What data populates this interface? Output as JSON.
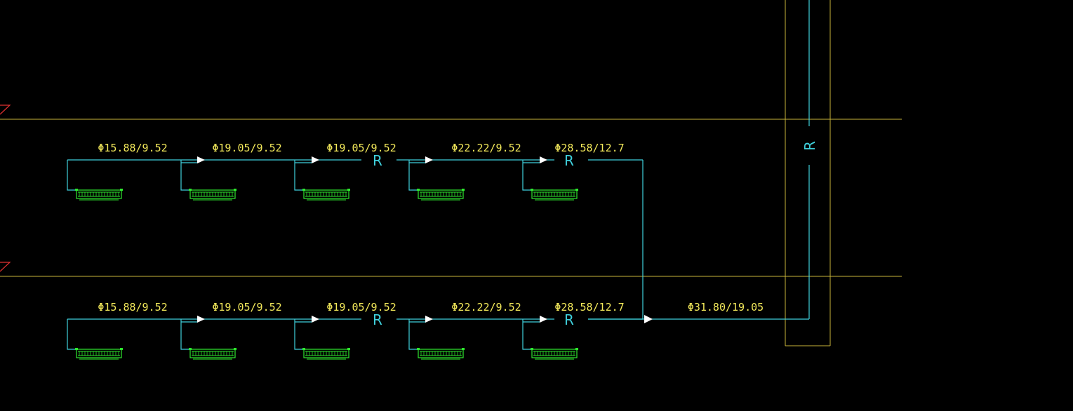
{
  "colors": {
    "background": "#000000",
    "pipe": "#3fd0dc",
    "label": "#f2e85a",
    "floor_line": "#c9b53a",
    "unit": "#2ee82e",
    "arrow": "#ffffff",
    "marker": "#e03030"
  },
  "floors": [
    {
      "id": "upper",
      "segments": [
        "Φ15.88/9.52",
        "Φ19.05/9.52",
        "Φ19.05/9.52",
        "Φ22.22/9.52",
        "Φ28.58/12.7"
      ],
      "r_marks": [
        "R",
        "R"
      ],
      "unit_count": 5
    },
    {
      "id": "lower",
      "segments": [
        "Φ15.88/9.52",
        "Φ19.05/9.52",
        "Φ19.05/9.52",
        "Φ22.22/9.52",
        "Φ28.58/12.7"
      ],
      "r_marks": [
        "R",
        "R"
      ],
      "unit_count": 5
    }
  ],
  "main_pipe": {
    "label": "Φ31.80/19.05"
  },
  "riser": {
    "label": "R"
  }
}
